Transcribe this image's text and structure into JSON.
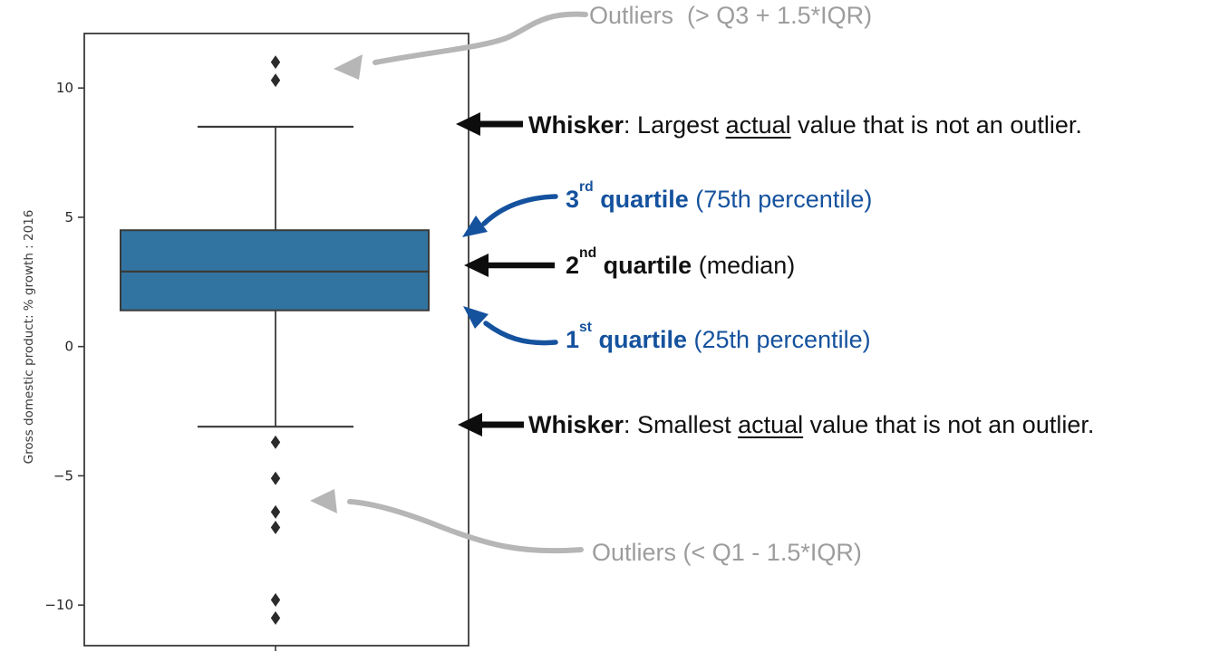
{
  "figure": {
    "y_axis_label": "Gross domestic product: % growth : 2016",
    "y_ticks": [
      {
        "value": 10,
        "label": "10"
      },
      {
        "value": 5,
        "label": "5"
      },
      {
        "value": 0,
        "label": "0"
      },
      {
        "value": -5,
        "label": "−5"
      },
      {
        "value": -10,
        "label": "−10"
      }
    ]
  },
  "chart_data": {
    "type": "boxplot",
    "title": "",
    "xlabel": "",
    "ylabel": "Gross domestic product: % growth : 2016",
    "ylim": [
      -11.5,
      12.1
    ],
    "yticks": [
      10,
      5,
      0,
      -5,
      -10
    ],
    "grid": false,
    "series": [
      {
        "name": "Gross domestic product: % growth : 2016",
        "q1": 1.4,
        "median": 2.9,
        "q3": 4.5,
        "whisker_low": -3.1,
        "whisker_high": 8.5,
        "outliers_high": [
          11.0,
          10.3
        ],
        "outliers_low": [
          -3.7,
          -5.1,
          -6.4,
          -7.0,
          -9.8,
          -10.5
        ]
      }
    ],
    "colors": {
      "box_fill": "#3274a1",
      "box_edge": "#3a3a3a",
      "outlier": "#2b2b2b"
    }
  },
  "annotations": {
    "outliers_high": {
      "text": "Outliers  (> Q3 + 1.5*IQR)"
    },
    "whisker_high": {
      "term": "Whisker",
      "pre": ": Largest ",
      "underlined": "actual",
      "post": " value that is not an outlier."
    },
    "q3": {
      "ordinal": "3",
      "suffix": "rd",
      "term": " quartile",
      "detail": " (75th percentile)"
    },
    "median": {
      "ordinal": "2",
      "suffix": "nd",
      "term": " quartile",
      "detail": " (median)"
    },
    "q1": {
      "ordinal": "1",
      "suffix": "st",
      "term": " quartile",
      "detail": " (25th percentile)"
    },
    "whisker_low": {
      "term": "Whisker",
      "pre": ": Smallest ",
      "underlined": "actual",
      "post": " value that is not an outlier."
    },
    "outliers_low": {
      "text": "Outliers (< Q1 - 1.5*IQR)"
    },
    "colors": {
      "blue": "#15529e",
      "gray_text": "#9d9d9d",
      "gray_arrow": "#b6b6b6",
      "black": "#111111"
    }
  }
}
